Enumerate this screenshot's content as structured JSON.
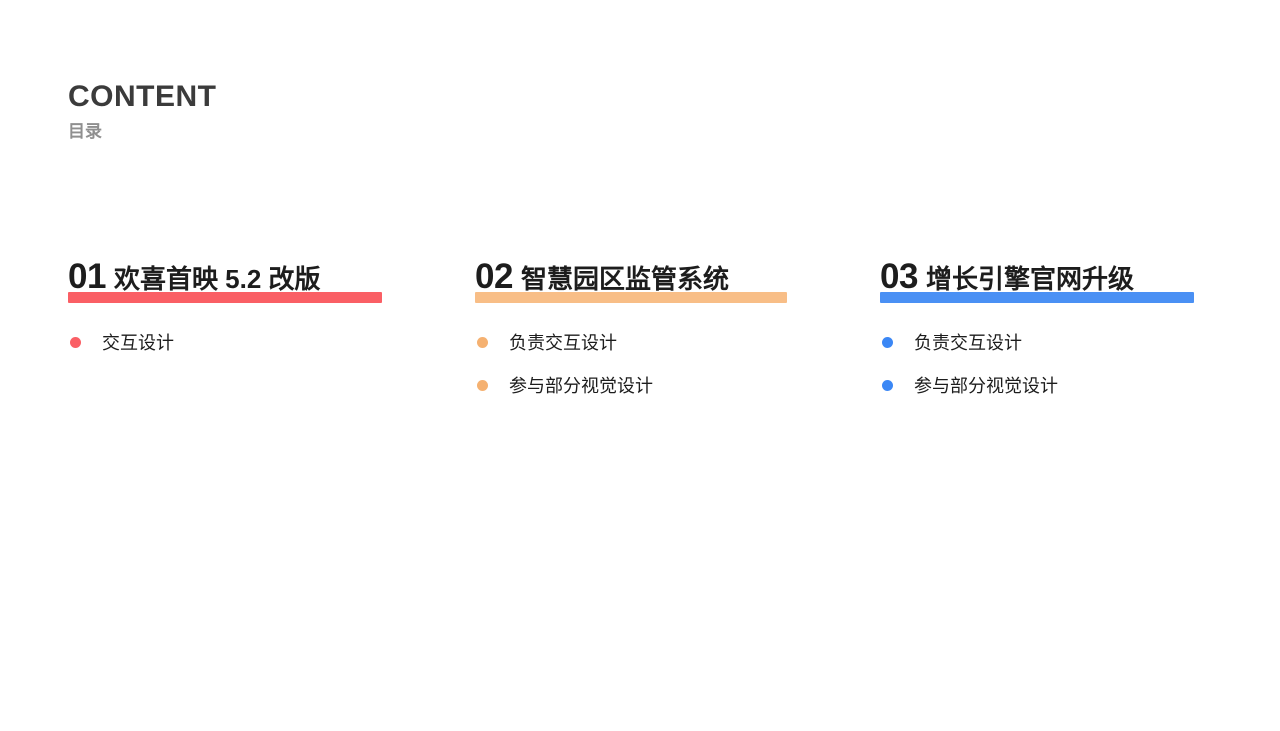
{
  "header": {
    "title": "CONTENT",
    "subtitle": "目录"
  },
  "colors": {
    "accent_red": "#FA5F65",
    "accent_orange": "#F8BE87",
    "accent_orange_dot": "#F5B171",
    "accent_blue": "#4A90F4",
    "title_color": "#3b3b3b",
    "subtitle_color": "#8f8f8f",
    "text_color": "#1d1d1d",
    "background": "#ffffff"
  },
  "columns": [
    {
      "number": "01",
      "name": "欢喜首映 5.2 改版",
      "bar_color": "#FA5F65",
      "dot_color": "#FA5F65",
      "bullets": [
        {
          "label": "交互设计"
        }
      ]
    },
    {
      "number": "02",
      "name": "智慧园区监管系统",
      "bar_color": "#F8BE87",
      "dot_color": "#F5B171",
      "bullets": [
        {
          "label": "负责交互设计"
        },
        {
          "label": "参与部分视觉设计"
        }
      ]
    },
    {
      "number": "03",
      "name": "增长引擎官网升级",
      "bar_color": "#4A90F4",
      "dot_color": "#3B87F5",
      "bullets": [
        {
          "label": "负责交互设计"
        },
        {
          "label": "参与部分视觉设计"
        }
      ]
    }
  ]
}
